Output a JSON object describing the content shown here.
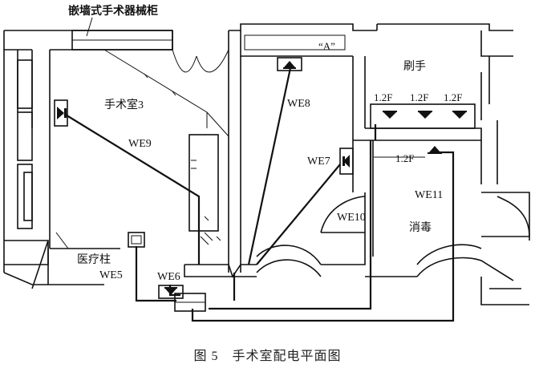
{
  "labels": {
    "cabinet": "嵌墙式手术器械柜",
    "quote_a": "“A”",
    "room_or3": "手术室3",
    "room_brush": "刷手",
    "room_disinfect": "消毒",
    "we6": "WE6",
    "we7": "WE7",
    "we8": "WE8",
    "we9": "WE9",
    "we10": "WE10",
    "we11": "WE11",
    "we5": "WE5",
    "medical_column": "医疗柱",
    "h1": "1.2F",
    "h2": "1.2F",
    "h3": "1.2F",
    "h4": "1.2F"
  },
  "caption": "图 5　手术室配电平面图"
}
